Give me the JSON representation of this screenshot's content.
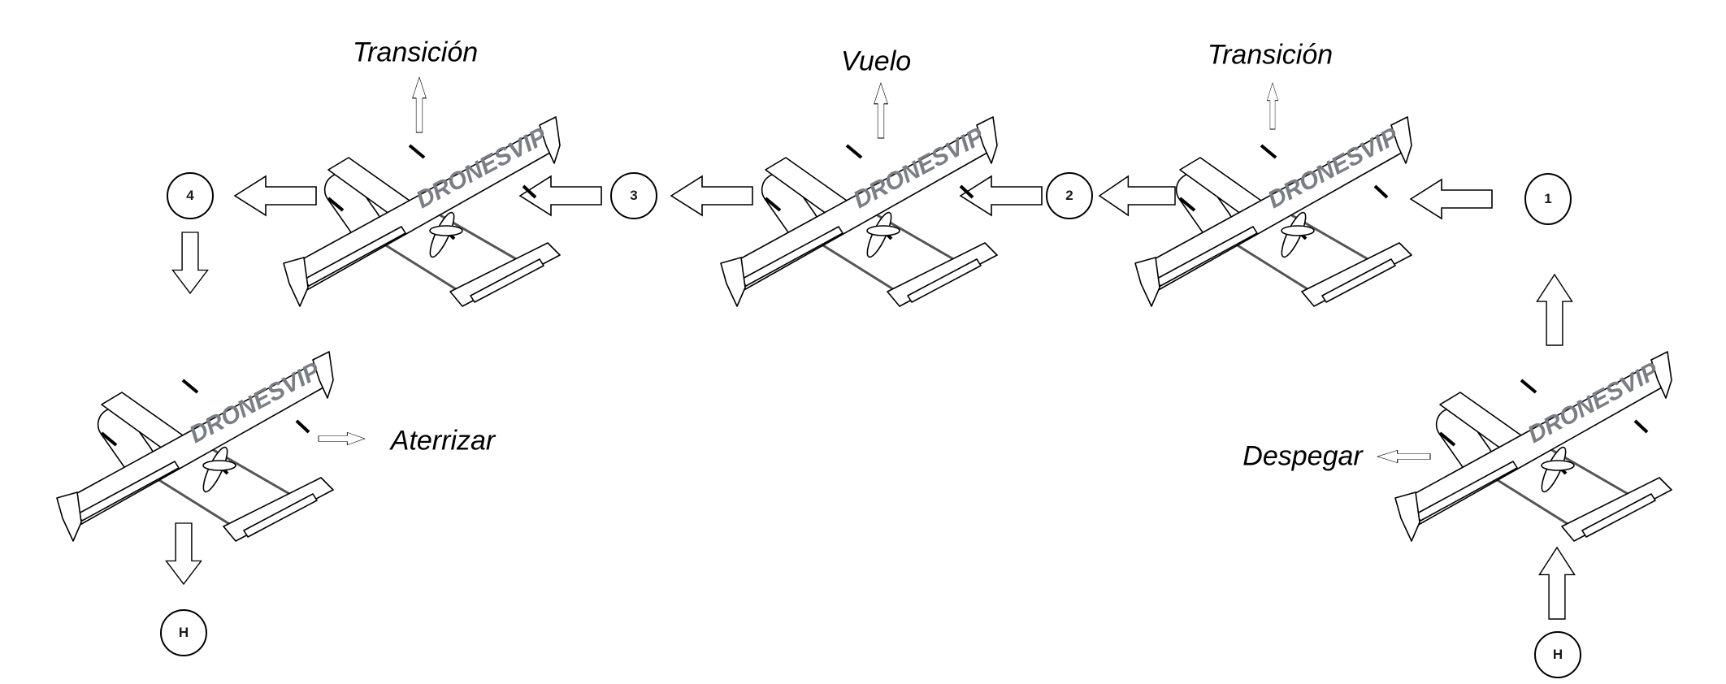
{
  "labels": {
    "transition_left": "Transición",
    "flight": "Vuelo",
    "transition_right": "Transición",
    "land": "Aterrizar",
    "takeoff": "Despegar"
  },
  "nodes": {
    "n1": "1",
    "n2": "2",
    "n3": "3",
    "n4": "4",
    "home_start": "H",
    "home_end": "H"
  },
  "watermark": "DRONESVIP",
  "colors": {
    "line": "#000000",
    "watermark": "#7a7f86"
  }
}
